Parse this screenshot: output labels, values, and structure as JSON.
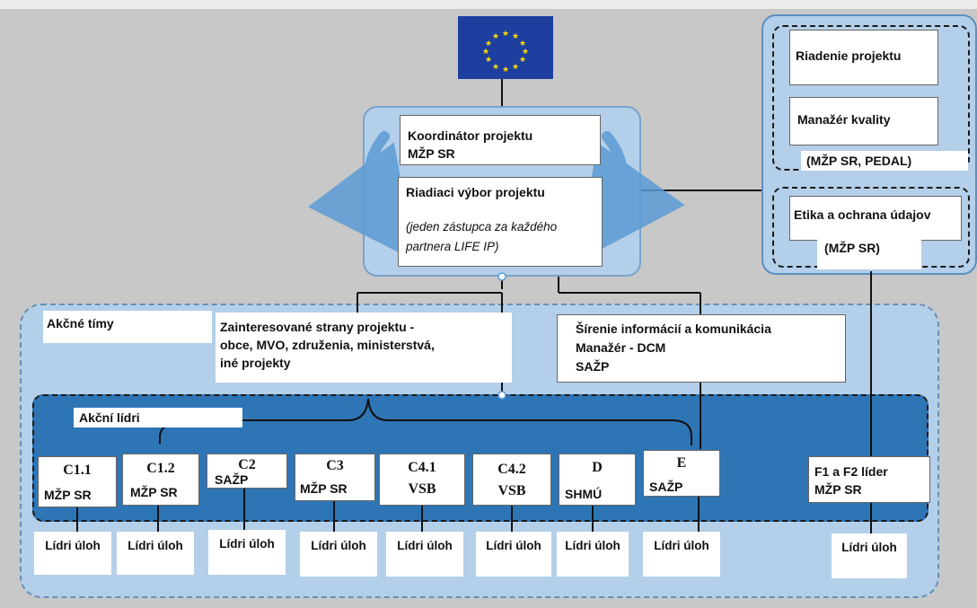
{
  "coordinator": {
    "title": "Koordinátor projektu",
    "org": "MŽP SR"
  },
  "steering": {
    "title": "Riadiaci výbor projektu",
    "note_line1": "(jeden zástupca za každého",
    "note_line2": "partnera LIFE IP)"
  },
  "management": {
    "item1": "Riadenie projektu",
    "item2": "Manažér kvality",
    "orgs": "(MŽP SR, PEDAL)"
  },
  "ethics": {
    "title": "Etika a ochrana údajov",
    "org": "(MŽP SR)"
  },
  "action_teams": {
    "label": "Akčné tímy"
  },
  "stakeholders": {
    "line1": "Zainteresované strany projektu -",
    "line2": "obce, MVO, združenia, ministerstvá,",
    "line3": "iné projekty"
  },
  "dissemination": {
    "line1": "Šírenie informácií a komunikácia",
    "line2": "Manažér - DCM",
    "line3": "SAŽP"
  },
  "action_leaders": {
    "label": "Akční lídri"
  },
  "leaders": [
    {
      "code": "C1.1",
      "org": "MŽP SR"
    },
    {
      "code": "C1.2",
      "org": "MŽP SR"
    },
    {
      "code": "C2",
      "org": "SAŽP"
    },
    {
      "code": "C3",
      "org": "MŽP SR"
    },
    {
      "code": "C4.1",
      "org": "VSB"
    },
    {
      "code": "C4.2",
      "org": "VSB"
    },
    {
      "code": "D",
      "org": "SHMÚ"
    },
    {
      "code": "E",
      "org": "SAŽP"
    }
  ],
  "f_leader": {
    "line1": "F1 a F2 líder",
    "line2": "MŽP SR"
  },
  "task_leaders": [
    "Lídri úloh",
    "Lídri úloh",
    "Lídri úloh",
    "Lídri úloh",
    "Lídri úloh",
    "Lídri úloh",
    "Lídri úloh",
    "Lídri úloh",
    "Lídri úloh"
  ],
  "colors": {
    "eu_blue": "#1f3fa0",
    "eu_star": "#ffdd00",
    "light_blue": "#b4cfe9",
    "mid_blue": "#2e75b6",
    "background": "#c8c8c8"
  }
}
